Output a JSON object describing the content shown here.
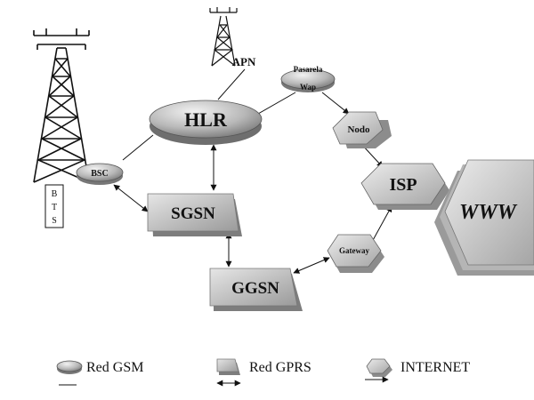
{
  "nodes": {
    "apn": "APN",
    "pasarela_line1": "Pasarela",
    "pasarela_line2": "Wap",
    "hlr": "HLR",
    "nodo": "Nodo",
    "bsc": "BSC",
    "bts_letters": [
      "B",
      "T",
      "S"
    ],
    "sgsn": "SGSN",
    "isp": "ISP",
    "www": "WWW",
    "gateway": "Gateway",
    "ggsn": "GGSN"
  },
  "legend": {
    "gsm": "Red GSM",
    "gprs": "Red GPRS",
    "internet": "INTERNET"
  },
  "colors": {
    "node_fill_light": "#d6d6d6",
    "node_fill_dark": "#8a8a8a",
    "line": "#111111"
  },
  "icons": [
    "radio-tower-icon",
    "disc-node-icon",
    "pentagon-node-icon",
    "slab-node-icon"
  ]
}
